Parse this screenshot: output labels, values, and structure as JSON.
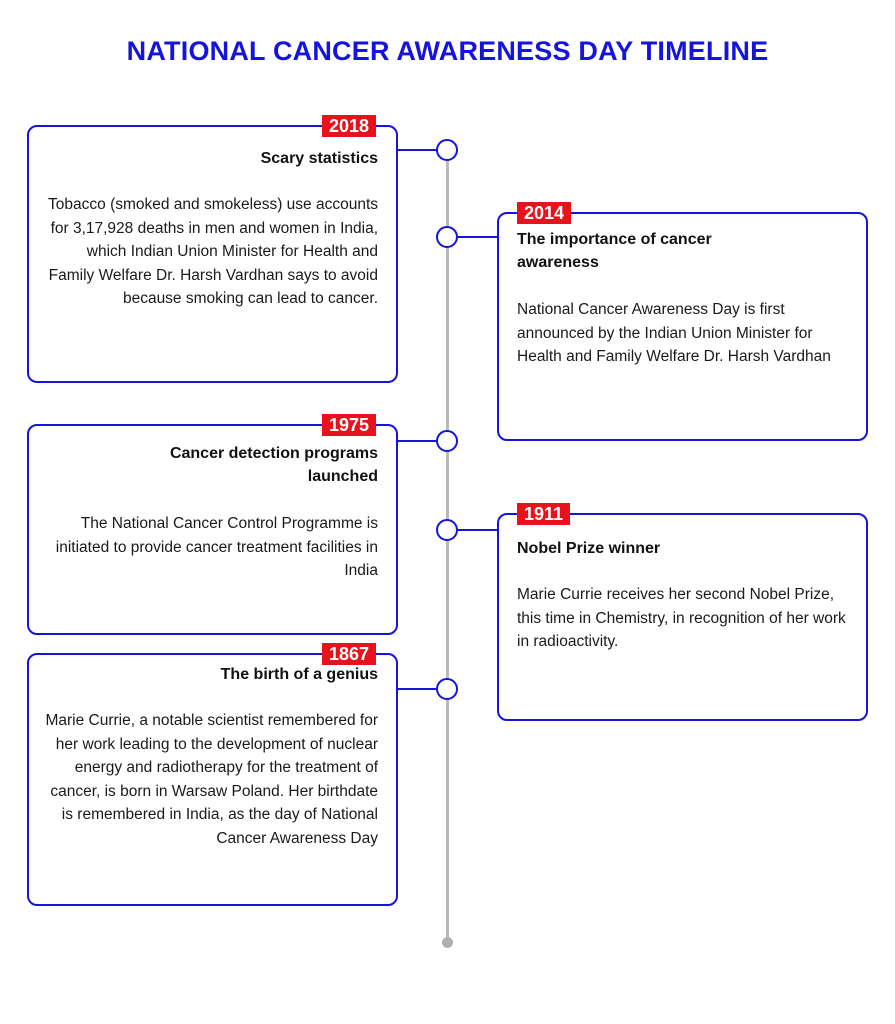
{
  "title": "NATIONAL CANCER AWARENESS DAY TIMELINE",
  "colors": {
    "title": "#1414dc",
    "card_border": "#1414dc",
    "year_badge": "#e8121c",
    "axis": "#b9b9b9"
  },
  "events": [
    {
      "year": "2018",
      "heading": "Scary statistics",
      "body": "Tobacco (smoked and smokeless) use accounts for 3,17,928 deaths in men and women in India, which Indian Union Minister for Health and Family Welfare Dr. Harsh Vardhan says to avoid because smoking can lead to cancer."
    },
    {
      "year": "2014",
      "heading": "The importance of cancer awareness",
      "body": "National Cancer Awareness Day is first announced by the Indian Union Minister for Health and Family Welfare Dr. Harsh Vardhan"
    },
    {
      "year": "1975",
      "heading": "Cancer detection programs launched",
      "body": "The National Cancer Control Programme is initiated to provide cancer treatment facilities in India"
    },
    {
      "year": "1911",
      "heading": "Nobel Prize winner",
      "body": "Marie Currie receives her second Nobel Prize, this time in Chemistry, in recognition of her work in radioactivity."
    },
    {
      "year": "1867",
      "heading": "The birth of a genius",
      "body": "Marie Currie, a notable scientist remembered for her work leading to the development of nuclear energy and radiotherapy for the treatment of cancer, is born in Warsaw Poland. Her birthdate is remembered in India, as the day of National Cancer Awareness Day"
    }
  ]
}
